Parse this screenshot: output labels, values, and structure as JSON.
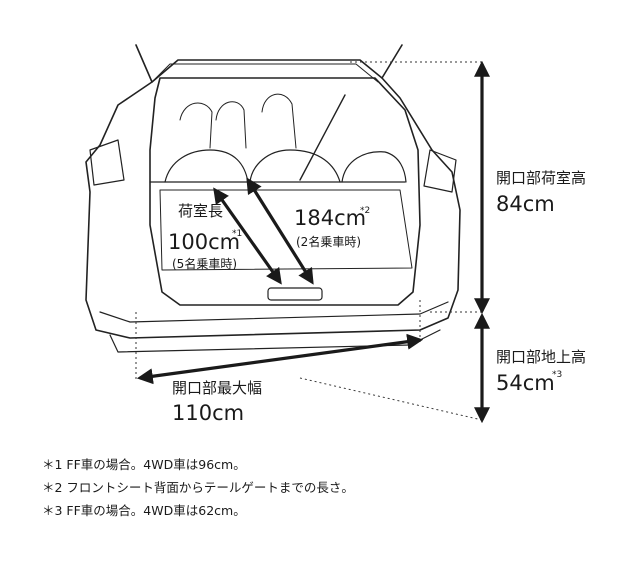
{
  "labels": {
    "cargo_length": "荷室長",
    "len_100": "100cm",
    "len_100_mark": "*1",
    "len_100_note": "(5名乗車時)",
    "len_184": "184cm",
    "len_184_mark": "*2",
    "len_184_note": "(2名乗車時)",
    "opening_width_title": "開口部最大幅",
    "opening_width_value": "110cm",
    "opening_height_title": "開口部荷室高",
    "opening_height_value": "84cm",
    "ground_height_title": "開口部地上高",
    "ground_height_value": "54cm",
    "ground_height_mark": "*3"
  },
  "footnotes": [
    "＊1 FF車の場合。4WD車は96cm。",
    "＊2 フロントシート背面からテールゲートまでの長さ。",
    "＊3 FF車の場合。4WD車は62cm。"
  ]
}
